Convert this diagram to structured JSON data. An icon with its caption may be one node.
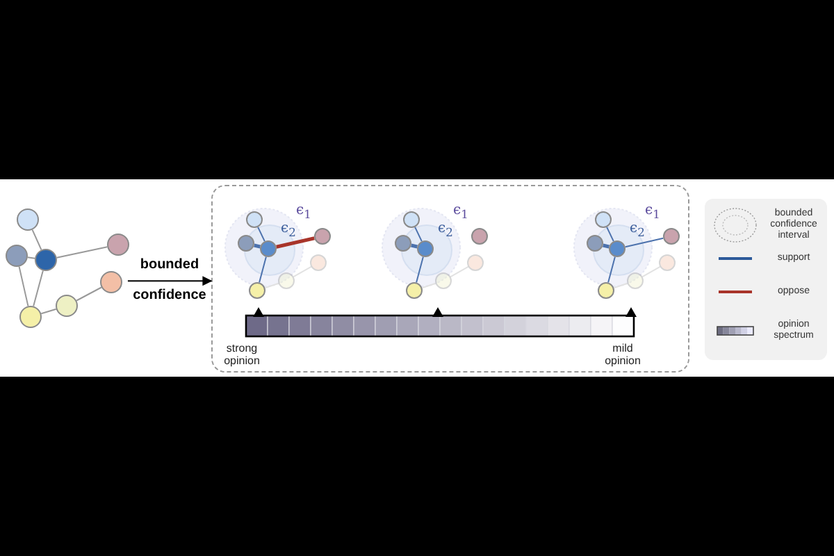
{
  "diagram": {
    "nodes": [
      {
        "text": [],
        "shape": "circle"
      },
      {
        "text": [],
        "shape": "circle"
      },
      {
        "text": [],
        "shape": "circle"
      },
      {
        "text": [],
        "shape": "circle"
      },
      {
        "text": [],
        "shape": "circle"
      },
      {
        "text": [],
        "shape": "circle"
      },
      {
        "text": [],
        "shape": "circle"
      },
      {
        "text": [],
        "shape": "box"
      },
      {
        "text": [],
        "shape": "circle",
        "in": 7
      },
      {
        "text": [],
        "shape": "circle",
        "in": 7
      },
      {
        "text": [],
        "shape": "circle",
        "in": 7
      },
      {
        "text": [],
        "shape": "circle",
        "in": 7
      },
      {
        "text": [],
        "shape": "circle",
        "in": 7
      },
      {
        "text": [],
        "shape": "circle",
        "in": 7
      },
      {
        "text": [],
        "shape": "circle",
        "in": 7
      },
      {
        "text": [],
        "shape": "circle",
        "in": 7
      },
      {
        "text": [],
        "shape": "circle",
        "in": 7
      },
      {
        "text": [],
        "shape": "circle",
        "in": 7
      },
      {
        "text": [],
        "shape": "circle",
        "in": 7
      },
      {
        "text": [],
        "shape": "circle",
        "in": 7
      },
      {
        "text": [],
        "shape": "circle",
        "in": 7
      },
      {
        "text": [],
        "shape": "circle",
        "in": 7
      },
      {
        "text": [],
        "shape": "circle",
        "in": 7
      },
      {
        "text": [],
        "shape": "circle",
        "in": 7
      },
      {
        "text": [],
        "shape": "circle",
        "in": 7
      },
      {
        "text": [],
        "shape": "circle",
        "in": 7
      },
      {
        "text": [],
        "shape": "circle",
        "in": 7
      },
      {
        "text": [],
        "shape": "circle",
        "in": 7
      },
      {
        "text": [],
        "shape": "circle",
        "in": 7
      }
    ],
    "edges": [
      {
        "from": 0,
        "to": 2,
        "arrow": "none",
        "color": "#999999"
      },
      {
        "from": 1,
        "to": 2,
        "arrow": "none",
        "color": "#999999"
      },
      {
        "from": 1,
        "to": 5,
        "arrow": "none",
        "color": "#999999"
      },
      {
        "from": 2,
        "to": 5,
        "arrow": "none",
        "color": "#999999"
      },
      {
        "from": 2,
        "to": 3,
        "arrow": "none",
        "color": "#999999"
      },
      {
        "from": 5,
        "to": 6,
        "arrow": "none",
        "color": "#999999"
      },
      {
        "from": 6,
        "to": 4,
        "arrow": "none",
        "color": "#999999"
      },
      {
        "from": 4,
        "to": 7,
        "arrow": "to",
        "label": "bounded confidence",
        "color": "#000000"
      },
      {
        "from": 8,
        "to": 10,
        "arrow": "none"
      },
      {
        "from": 9,
        "to": 10,
        "arrow": "none",
        "style": "thick"
      },
      {
        "from": 10,
        "to": 14,
        "arrow": "none"
      },
      {
        "from": 10,
        "to": 11,
        "arrow": "none",
        "style": "thick",
        "color": "#a8342a"
      },
      {
        "from": 14,
        "to": 13,
        "arrow": "none",
        "color": "#e2e2e2"
      },
      {
        "from": 13,
        "to": 12,
        "arrow": "none",
        "color": "#e2e2e2"
      },
      {
        "from": 15,
        "to": 17,
        "arrow": "none"
      },
      {
        "from": 16,
        "to": 17,
        "arrow": "none",
        "style": "thick"
      },
      {
        "from": 17,
        "to": 21,
        "arrow": "none"
      },
      {
        "from": 21,
        "to": 20,
        "arrow": "none",
        "color": "#e2e2e2"
      },
      {
        "from": 20,
        "to": 19,
        "arrow": "none",
        "color": "#e2e2e2"
      },
      {
        "from": 22,
        "to": 24,
        "arrow": "none"
      },
      {
        "from": 23,
        "to": 24,
        "arrow": "none",
        "style": "thick"
      },
      {
        "from": 24,
        "to": 28,
        "arrow": "none"
      },
      {
        "from": 24,
        "to": 25,
        "arrow": "none"
      },
      {
        "from": 28,
        "to": 27,
        "arrow": "none",
        "color": "#e2e2e2"
      },
      {
        "from": 27,
        "to": 26,
        "arrow": "none",
        "color": "#e2e2e2"
      }
    ],
    "labels": [
      "ϵ$_{1}$",
      "ϵ$_{2}$",
      "ϵ$_{1}$",
      "ϵ$_{2}$",
      "ϵ$_{1}$",
      "ϵ$_{2}$",
      "strong opinion",
      "mild opinion"
    ],
    "legend": [
      {
        "text": "bounded confidence interval"
      },
      {
        "text": "support"
      },
      {
        "text": "oppose"
      },
      {
        "text": "opinion spectrum"
      }
    ]
  }
}
